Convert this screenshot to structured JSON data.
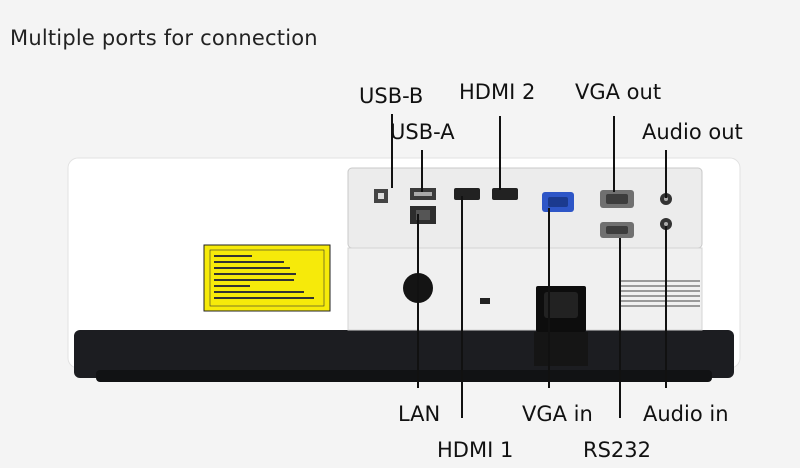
{
  "title": "Multiple ports for connection",
  "labels": {
    "usb_b": "USB-B",
    "usb_a": "USB-A",
    "hdmi2": "HDMI 2",
    "vga_out": "VGA out",
    "audio_out": "Audio out",
    "lan": "LAN",
    "vga_in": "VGA in",
    "audio_in": "Audio in",
    "hdmi1": "HDMI 1",
    "rs232": "RS232"
  },
  "colors": {
    "background": "#f4f4f4",
    "body": "#ffffff",
    "base": "#1c1d21",
    "vga_port": "#2e56c7",
    "warning_label": "#f6ea0a"
  }
}
